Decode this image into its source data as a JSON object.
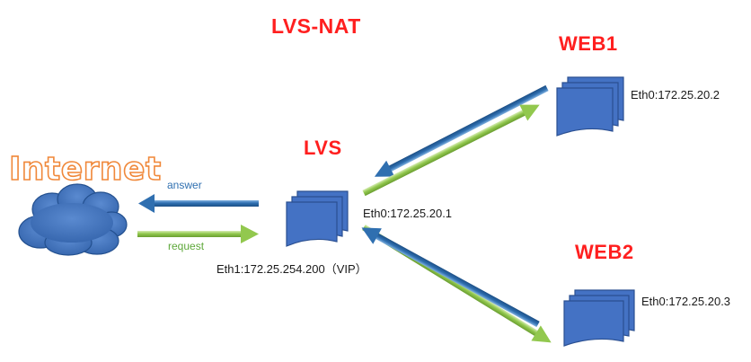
{
  "title": "LVS-NAT",
  "nodes": {
    "internet": {
      "label": "Internet"
    },
    "lvs": {
      "label": "LVS",
      "eth0": "Eth0:172.25.20.1",
      "eth1": "Eth1:172.25.254.200（VIP）"
    },
    "web1": {
      "label": "WEB1",
      "eth0": "Eth0:172.25.20.2"
    },
    "web2": {
      "label": "WEB2",
      "eth0": "Eth0:172.25.20.3"
    }
  },
  "edges": {
    "answer": "answer",
    "request": "request"
  },
  "colors": {
    "title_red": "#ff1f1f",
    "answer_blue": "#2f6fb0",
    "request_green": "#92c84e",
    "document_blue": "#4472c4",
    "cloud_blue": "#3e6fb9",
    "internet_orange": "#f0883a"
  }
}
